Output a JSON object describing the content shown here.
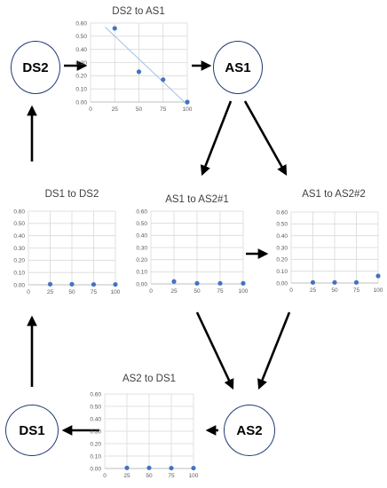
{
  "nodes": {
    "ds2": "DS2",
    "as1": "AS1",
    "ds1": "DS1",
    "as2": "AS2"
  },
  "colors": {
    "point": "#4472c4",
    "trendline": "#9dc3e6",
    "grid": "#d9d9d9",
    "arrow": "#000000",
    "node_border": "#1f3b73"
  },
  "chart_data": [
    {
      "id": "ds2_to_as1",
      "type": "scatter",
      "title": "DS2 to AS1",
      "x": [
        25,
        50,
        75,
        100
      ],
      "y": [
        0.56,
        0.23,
        0.17,
        0.0
      ],
      "xlim": [
        0,
        100
      ],
      "ylim": [
        0,
        0.6
      ],
      "xticks": [
        "0",
        "25",
        "50",
        "75",
        "100"
      ],
      "yticks": [
        "0.00",
        "0.10",
        "0.20",
        "0.30",
        "0.40",
        "0.50",
        "0.60"
      ],
      "trendline": true,
      "grid": true
    },
    {
      "id": "ds1_to_ds2",
      "type": "scatter",
      "title": "DS1 to DS2",
      "x": [
        25,
        50,
        75,
        100
      ],
      "y": [
        0.005,
        0.005,
        0.003,
        0.003
      ],
      "xlim": [
        0,
        100
      ],
      "ylim": [
        0,
        0.6
      ],
      "xticks": [
        "0",
        "25",
        "50",
        "75",
        "100"
      ],
      "yticks": [
        "0.00",
        "0.10",
        "0.20",
        "0.30",
        "0.40",
        "0.50",
        "0.60"
      ],
      "trendline": false,
      "grid": true
    },
    {
      "id": "as1_to_as2_1",
      "type": "scatter",
      "title": "AS1 to AS2#1",
      "x": [
        25,
        50,
        75,
        100
      ],
      "y": [
        0.02,
        0.005,
        0.005,
        0.005
      ],
      "xlim": [
        0,
        100
      ],
      "ylim": [
        0,
        0.6
      ],
      "xticks": [
        "0",
        "25",
        "50",
        "75",
        "100"
      ],
      "yticks": [
        "0.00",
        "0.10",
        "0.20",
        "0.30",
        "0.40",
        "0.50",
        "0.60"
      ],
      "trendline": false,
      "grid": true
    },
    {
      "id": "as1_to_as2_2",
      "type": "scatter",
      "title": "AS1 to AS2#2",
      "x": [
        25,
        50,
        75,
        100
      ],
      "y": [
        0.005,
        0.005,
        0.005,
        0.06
      ],
      "xlim": [
        0,
        100
      ],
      "ylim": [
        0,
        0.6
      ],
      "xticks": [
        "0",
        "25",
        "50",
        "75",
        "100"
      ],
      "yticks": [
        "0.00",
        "0.10",
        "0.20",
        "0.30",
        "0.40",
        "0.50",
        "0.60"
      ],
      "trendline": false,
      "grid": true
    },
    {
      "id": "as2_to_ds1",
      "type": "scatter",
      "title": "AS2 to DS1",
      "x": [
        25,
        50,
        75,
        100
      ],
      "y": [
        0.005,
        0.005,
        0.003,
        0.003
      ],
      "xlim": [
        0,
        100
      ],
      "ylim": [
        0,
        0.6
      ],
      "xticks": [
        "0",
        "25",
        "50",
        "75",
        "100"
      ],
      "yticks": [
        "0.00",
        "0.10",
        "0.20",
        "0.30",
        "0.40",
        "0.50",
        "0.60"
      ],
      "trendline": false,
      "grid": true
    }
  ]
}
